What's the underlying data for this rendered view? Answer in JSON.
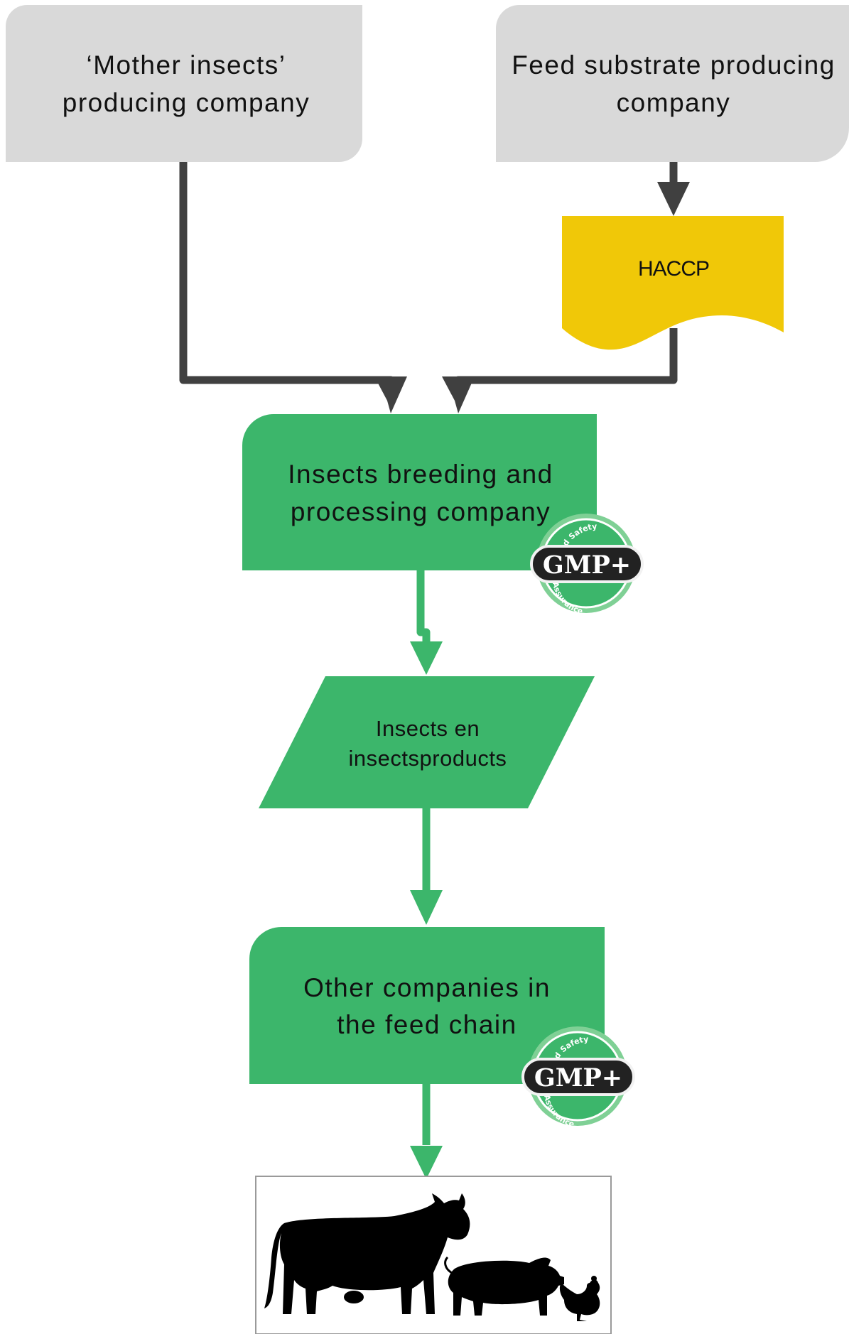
{
  "nodes": {
    "mother_insects": {
      "line1": "‘Mother insects’",
      "line2": "producing company"
    },
    "feed_substrate": {
      "line1": "Feed substrate producing",
      "line2": "company"
    },
    "haccp": {
      "label": "HACCP"
    },
    "breeding": {
      "line1": "Insects breeding and",
      "line2": "processing company"
    },
    "products": {
      "line1": "Insects en",
      "line2": "insectsproducts"
    },
    "other_companies": {
      "line1": "Other companies in",
      "line2": "the feed chain"
    }
  },
  "badges": {
    "main": "GMP+",
    "top_ring": "Feed Safety",
    "bottom_ring": "Assurance"
  },
  "animals": [
    "cow-icon",
    "pig-icon",
    "rooster-icon"
  ],
  "colors": {
    "gray_box": "#d9d9d9",
    "green": "#3cb66b",
    "yellow": "#f0c808",
    "dark_arrow": "#404040",
    "badge_dark": "#222222",
    "badge_light": "#7fd095"
  }
}
